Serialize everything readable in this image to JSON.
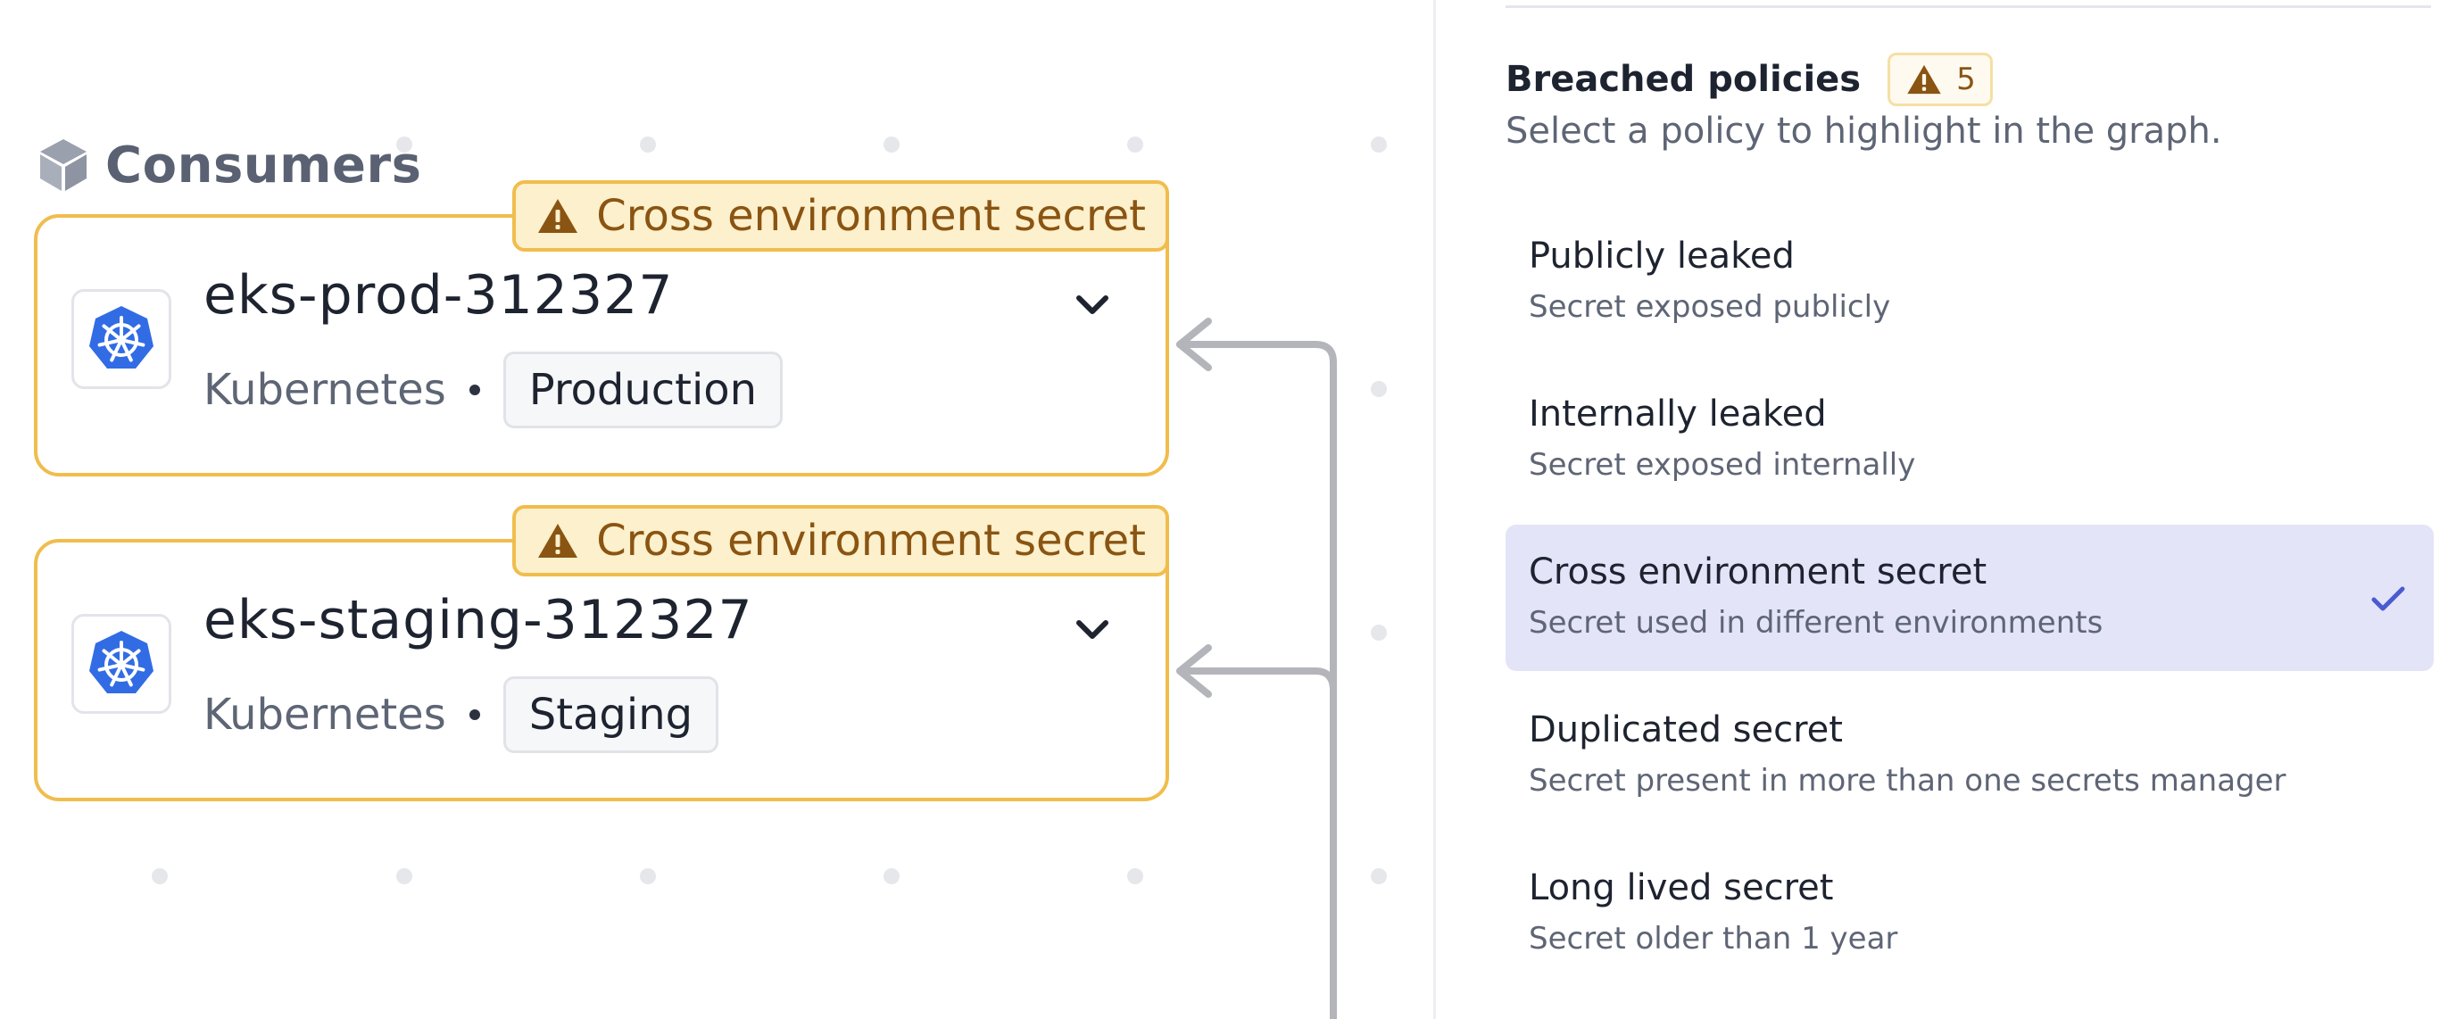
{
  "graph": {
    "group": {
      "title": "Consumers",
      "icon": "cube-icon"
    },
    "nodes": [
      {
        "name": "eks-prod-312327",
        "type": "Kubernetes",
        "environment": "Production",
        "badge": "Cross environment secret",
        "icon": "kubernetes-icon"
      },
      {
        "name": "eks-staging-312327",
        "type": "Kubernetes",
        "environment": "Staging",
        "badge": "Cross environment secret",
        "icon": "kubernetes-icon"
      }
    ]
  },
  "panel": {
    "title": "Breached policies",
    "count": "5",
    "subtitle": "Select a policy to highlight in the graph.",
    "policies": [
      {
        "label": "Publicly leaked",
        "description": "Secret exposed publicly",
        "selected": false
      },
      {
        "label": "Internally leaked",
        "description": "Secret exposed internally",
        "selected": false
      },
      {
        "label": "Cross environment secret",
        "description": "Secret used in different environments",
        "selected": true
      },
      {
        "label": "Duplicated secret",
        "description": "Secret present in more than one secrets manager",
        "selected": false
      },
      {
        "label": "Long lived secret",
        "description": "Secret older than 1 year",
        "selected": false
      }
    ]
  },
  "colors": {
    "warning_border": "#f0bd4d",
    "warning_bg": "#fdf0cc",
    "warning_text": "#8a5412",
    "selected_bg": "#e3e4f8",
    "check": "#4a5bd0",
    "kubernetes": "#326ce5",
    "edge": "#b4b5ba"
  }
}
